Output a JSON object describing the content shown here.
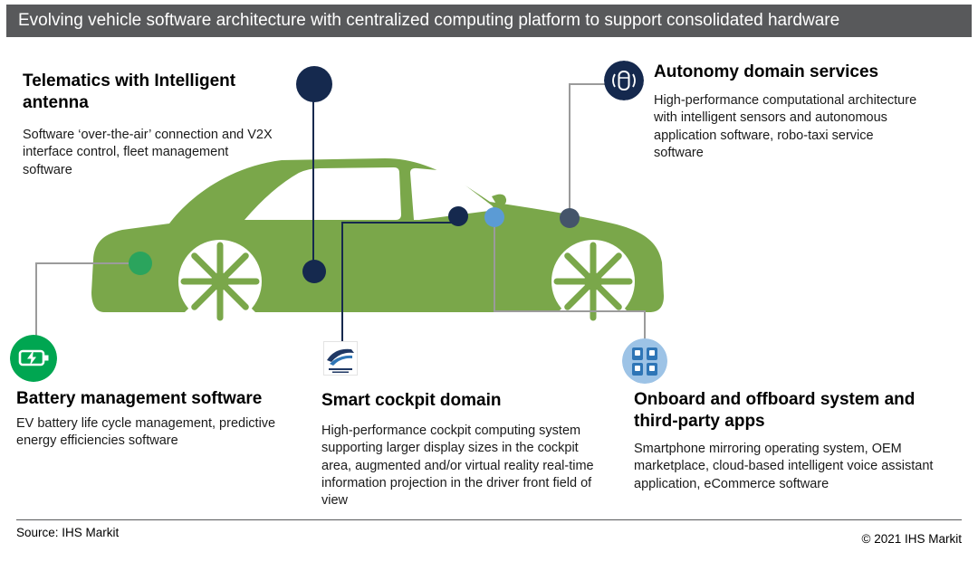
{
  "header": {
    "title": "Evolving vehicle software architecture with centralized computing platform to support consolidated hardware"
  },
  "callouts": {
    "telematics": {
      "heading": "Telematics with Intelligent antenna",
      "body": "Software ‘over-the-air’ connection and V2X interface control, fleet management software"
    },
    "autonomy": {
      "heading": "Autonomy domain services",
      "body": "High-performance computational architecture with intelligent sensors and autonomous application software, robo-taxi service software"
    },
    "battery": {
      "heading": "Battery management software",
      "body": "EV battery life cycle management, predictive energy efficiencies software"
    },
    "cockpit": {
      "heading": "Smart cockpit domain",
      "body": "High-performance cockpit computing system supporting larger display sizes in the cockpit area, augmented and/or virtual reality real-time information projection in the driver front field of view"
    },
    "onboard": {
      "heading": "Onboard and offboard system and third-party apps",
      "body": "Smartphone mirroring operating system, OEM marketplace, cloud-based intelligent voice assistant application, eCommerce software"
    }
  },
  "icons": {
    "autonomy": "autonomous-car-icon",
    "battery": "ev-charging-icon",
    "cockpit": "cockpit-display-icon",
    "onboard": "app-grid-icon"
  },
  "colors": {
    "header_bg": "#58595B",
    "car_green": "#7AA74A",
    "navy": "#15294E",
    "dot_green": "#2BA45D",
    "dot_lightblue": "#5B9BD5",
    "dot_slate": "#44546A",
    "battery_green": "#00A651",
    "onboard_bg": "#9DC3E6",
    "onboard_tile": "#2E75B6"
  },
  "footer": {
    "source": "Source: IHS Markit",
    "copyright": "© 2021 IHS Markit"
  }
}
